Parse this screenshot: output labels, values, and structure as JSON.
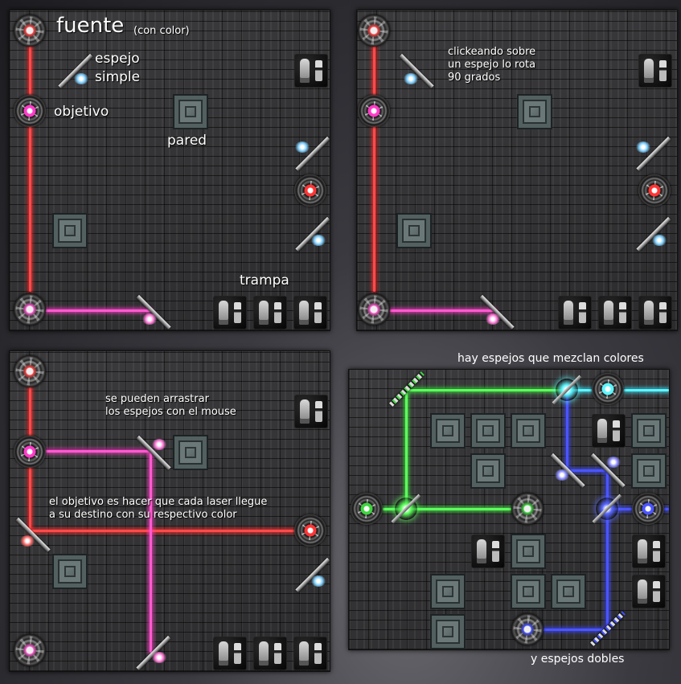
{
  "panel1": {
    "title_big": "fuente",
    "title_small": "(con color)",
    "mirror_label_line1": "espejo",
    "mirror_label_line2": "simple",
    "target_label": "objetivo",
    "wall_label": "pared",
    "trap_label": "trampa"
  },
  "panel2": {
    "note": "clickeando sobre\nun espejo lo rota\n90 grados"
  },
  "panel3": {
    "drag_note": "se pueden arrastrar\nlos espejos con el mouse",
    "goal_note": "el objetivo es hacer que cada laser llegue\na su destino con su respectivo color"
  },
  "panel4": {
    "caption_top": "hay espejos que mezclan colores",
    "caption_bottom": "y espejos dobles"
  },
  "colors": {
    "red_beam": "#ff4a4a",
    "pink_beam": "#ff5ad0",
    "green_beam": "#5dff5d",
    "blue_beam": "#4a55ff",
    "cyan_beam": "#5ef6ff",
    "mirror_glow": "#7fd0ff"
  },
  "icons": {
    "source": "laser-source-icon",
    "target": "laser-target-icon",
    "mirror": "mirror-icon",
    "wall": "wall-block-icon",
    "trap": "trap-icon",
    "mixer": "color-mixer-mirror-icon",
    "double_mirror": "double-mirror-icon"
  }
}
